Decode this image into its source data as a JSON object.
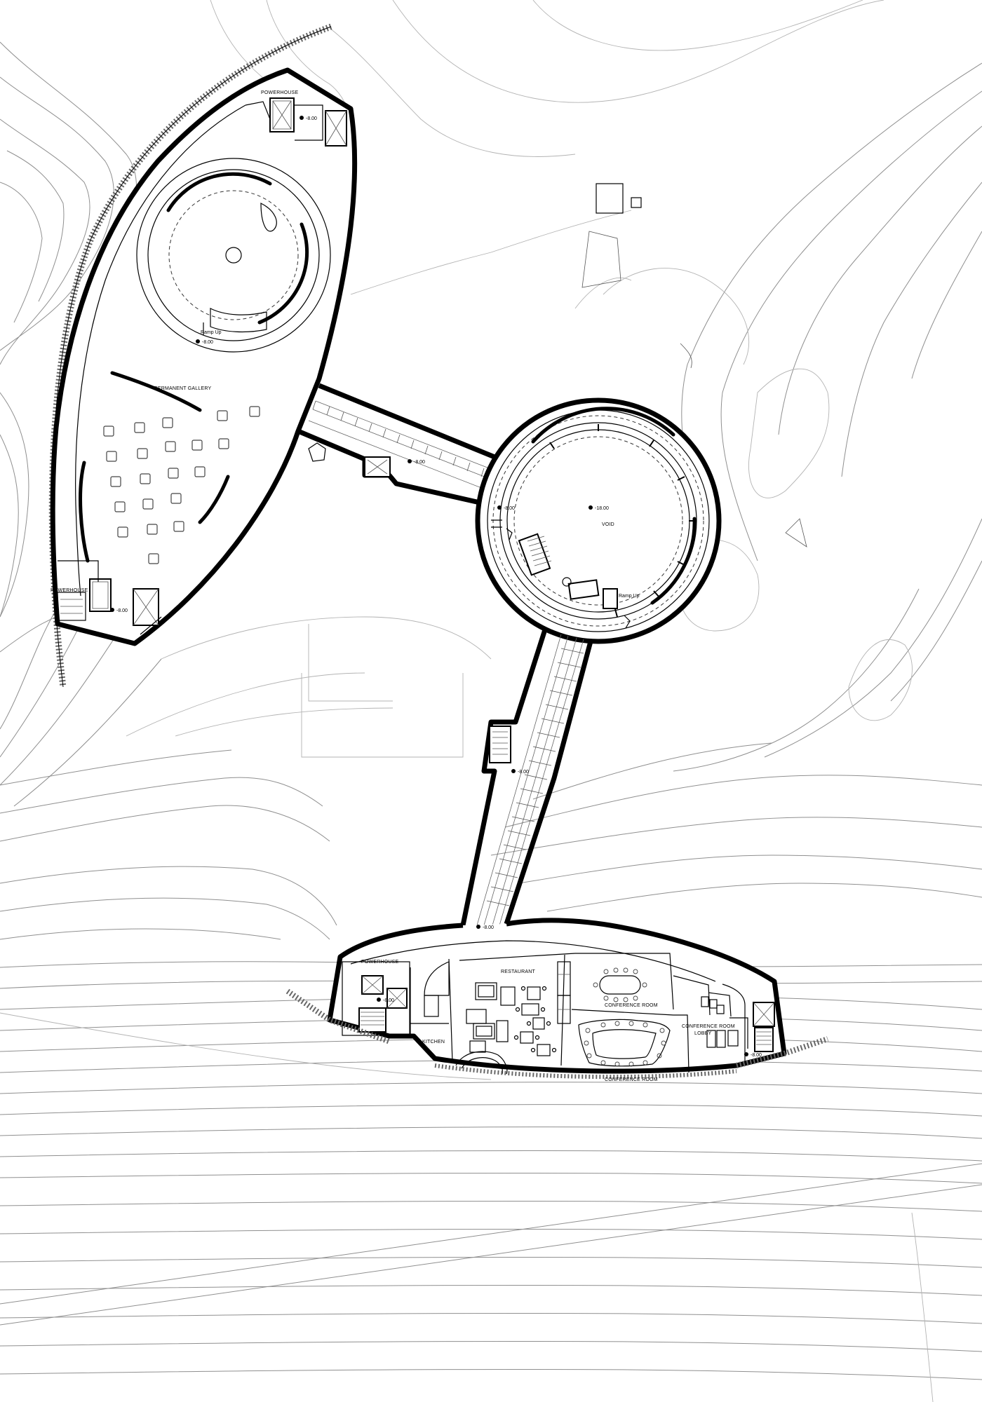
{
  "rooms": {
    "powerhouse_top": "POWERHOUSE",
    "powerhouse_left": "POWERHOUSE",
    "powerhouse_bottom": "POWERHOUSE",
    "permanent_gallery": "PERMANENT GALLERY",
    "void": "VOID",
    "restaurant": "RESTAURANT",
    "kitchen": "KITCHEN",
    "conference_room_1": "CONFERENCE ROOM",
    "conference_room_2": "CONFERENCE ROOM",
    "conference_room_lobby_1": "CONFERENCE ROOM",
    "conference_room_lobby_2": "LOBBY"
  },
  "levels": {
    "powerhouse_top": "-8.00",
    "ramp_gallery": "-8.00",
    "powerhouse_left": "-8.00",
    "bridge_north": "-8.00",
    "void_entry": "-8.00",
    "void_center": "-18.00",
    "bridge_south": "-8.00",
    "bridge_bottom": "-8.00",
    "powerhouse_bottom": "-8.00",
    "conference_east": "-8.00"
  },
  "annotations": {
    "ramp_up_gallery": "Ramp Up",
    "ramp_up_void": "Ramp Up"
  }
}
